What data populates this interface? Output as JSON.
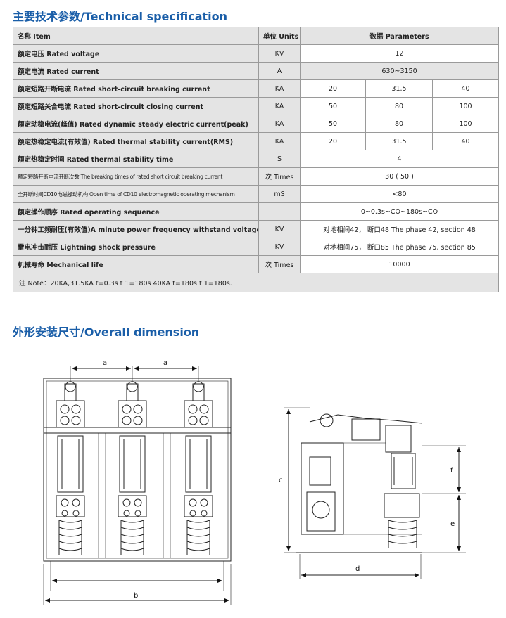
{
  "spec_title": "主要技术参数/Technical specification",
  "dim_title": "外形安装尺寸/Overall dimension",
  "table": {
    "header": {
      "name": "名称 Item",
      "unit": "单位 Units",
      "value": "数据 Parameters"
    },
    "rows": [
      {
        "name": "额定电压 Rated voltage",
        "unit": "KV",
        "values": [
          "12"
        ]
      },
      {
        "name": "额定电流 Rated current",
        "unit": "A",
        "values": [
          "630~3150"
        ]
      },
      {
        "name": "额定短路开断电流 Rated short-circuit breaking current",
        "unit": "KA",
        "values": [
          "20",
          "31.5",
          "40"
        ]
      },
      {
        "name": "额定短路关合电流 Rated short-circuit closing current",
        "unit": "KA",
        "values": [
          "50",
          "80",
          "100"
        ]
      },
      {
        "name": "额定动稳电流(峰值) Rated dynamic steady electric current(peak)",
        "unit": "KA",
        "values": [
          "50",
          "80",
          "100"
        ]
      },
      {
        "name": "额定热稳定电流(有效值) Rated thermal stability current(RMS)",
        "unit": "KA",
        "values": [
          "20",
          "31.5",
          "40"
        ]
      },
      {
        "name": "额定热稳定时间 Rated thermal stability time",
        "unit": "S",
        "values": [
          "4"
        ]
      },
      {
        "name": "额定短路开断电流开断次数 The breaking times of rated short circuit breaking current",
        "unit": "次 Times",
        "values": [
          "30 ( 50 )"
        ]
      },
      {
        "name": "全开断时间CD10电磁操动机构 Open time of CD10 electromagnetic operating mechanism",
        "unit": "mS",
        "values": [
          "<80"
        ]
      },
      {
        "name": "额定操作顺序 Rated operating sequence",
        "unit": "",
        "values": [
          "0~0.3s~CO~180s~CO"
        ]
      },
      {
        "name": "一分钟工频耐压(有效值)A minute power frequency withstand voltage(RMS)",
        "unit": "KV",
        "values": [
          "对地相间42， 断口48 The phase 42, section 48"
        ]
      },
      {
        "name": "雷电冲击耐压 Lightning shock pressure",
        "unit": "KV",
        "values": [
          "对地相间75， 断口85 The phase 75, section 85"
        ]
      },
      {
        "name": "机械寿命 Mechanical life",
        "unit": "次 Times",
        "values": [
          "10000"
        ]
      }
    ],
    "note": "注 Note：20KA,31.5KA  t=0.3s  t 1=180s        40KA  t=180s  t 1=180s."
  },
  "dimensions": {
    "a1": "a",
    "a2": "a",
    "b": "b",
    "c": "c",
    "d": "d",
    "e": "e",
    "f": "f"
  }
}
